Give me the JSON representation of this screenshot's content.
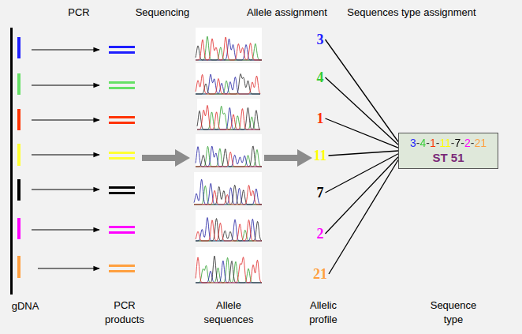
{
  "diagram": {
    "nodes": [
      {
        "text": [
          "3"
        ]
      },
      {
        "text": [
          "4"
        ]
      },
      {
        "text": [
          "1"
        ]
      },
      {
        "text": [
          "11"
        ]
      },
      {
        "text": [
          "7"
        ]
      },
      {
        "text": [
          "2"
        ]
      },
      {
        "text": [
          "21"
        ]
      },
      {
        "text": [
          "3-4-1-11-7-2-21",
          "ST 51"
        ]
      }
    ],
    "edges": [
      {
        "from": 0,
        "to": 7,
        "arrow": "none"
      },
      {
        "from": 1,
        "to": 7,
        "arrow": "none"
      },
      {
        "from": 2,
        "to": 7,
        "arrow": "none"
      },
      {
        "from": 3,
        "to": 7,
        "arrow": "none"
      },
      {
        "from": 4,
        "to": 7,
        "arrow": "none"
      },
      {
        "from": 5,
        "to": 7,
        "arrow": "none"
      },
      {
        "from": 6,
        "to": 7,
        "arrow": "none"
      }
    ],
    "labels": [
      "PCR",
      "Sequencing",
      "Allele assignment",
      "Sequences type assignment",
      "gDNA",
      "PCR products",
      "Allele sequences",
      "Allelic profile",
      "Sequence type"
    ]
  }
}
